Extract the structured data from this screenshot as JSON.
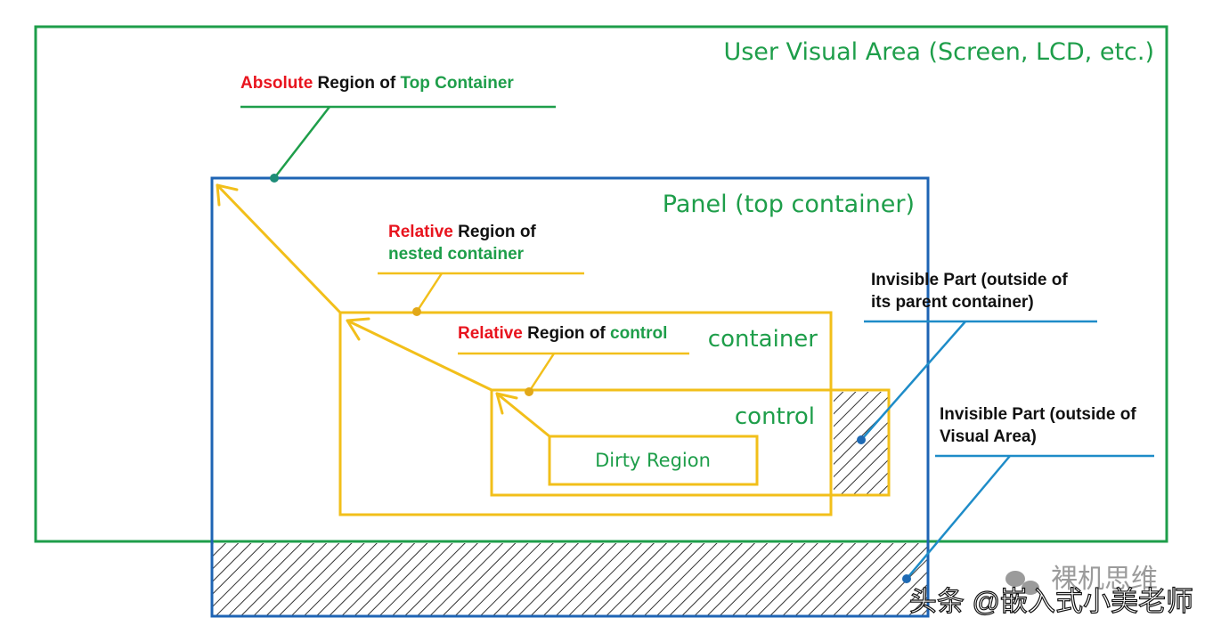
{
  "labels": {
    "visual_area": "User Visual Area (Screen, LCD, etc.)",
    "panel": "Panel (top container)",
    "container": "container",
    "control": "control",
    "dirty_region": "Dirty Region",
    "absolute_region": {
      "prefix": "Absolute",
      "middle": " Region of ",
      "suffix": "Top Container"
    },
    "relative_nested": {
      "prefix": "Relative",
      "middle": " Region of",
      "line2": "nested container"
    },
    "relative_control": {
      "prefix": "Relative",
      "middle": " Region of ",
      "suffix": "control"
    },
    "invisible_parent": {
      "line1": "Invisible Part (outside of",
      "line2": "its parent container)"
    },
    "invisible_visual": {
      "line1": "Invisible Part (outside of",
      "line2": "Visual Area)"
    }
  },
  "watermark": {
    "account": "裸机思维",
    "credit": "头条 @嵌入式小美老师"
  },
  "colors": {
    "visual_area_border": "#1e9e4a",
    "panel_border": "#1e64b4",
    "container_border": "#f2bf1a",
    "label_green": "#1e9e4a",
    "label_red": "#e8141e",
    "label_black": "#111111",
    "callout_blue": "#1e8cc8",
    "hatch": "#333333"
  }
}
